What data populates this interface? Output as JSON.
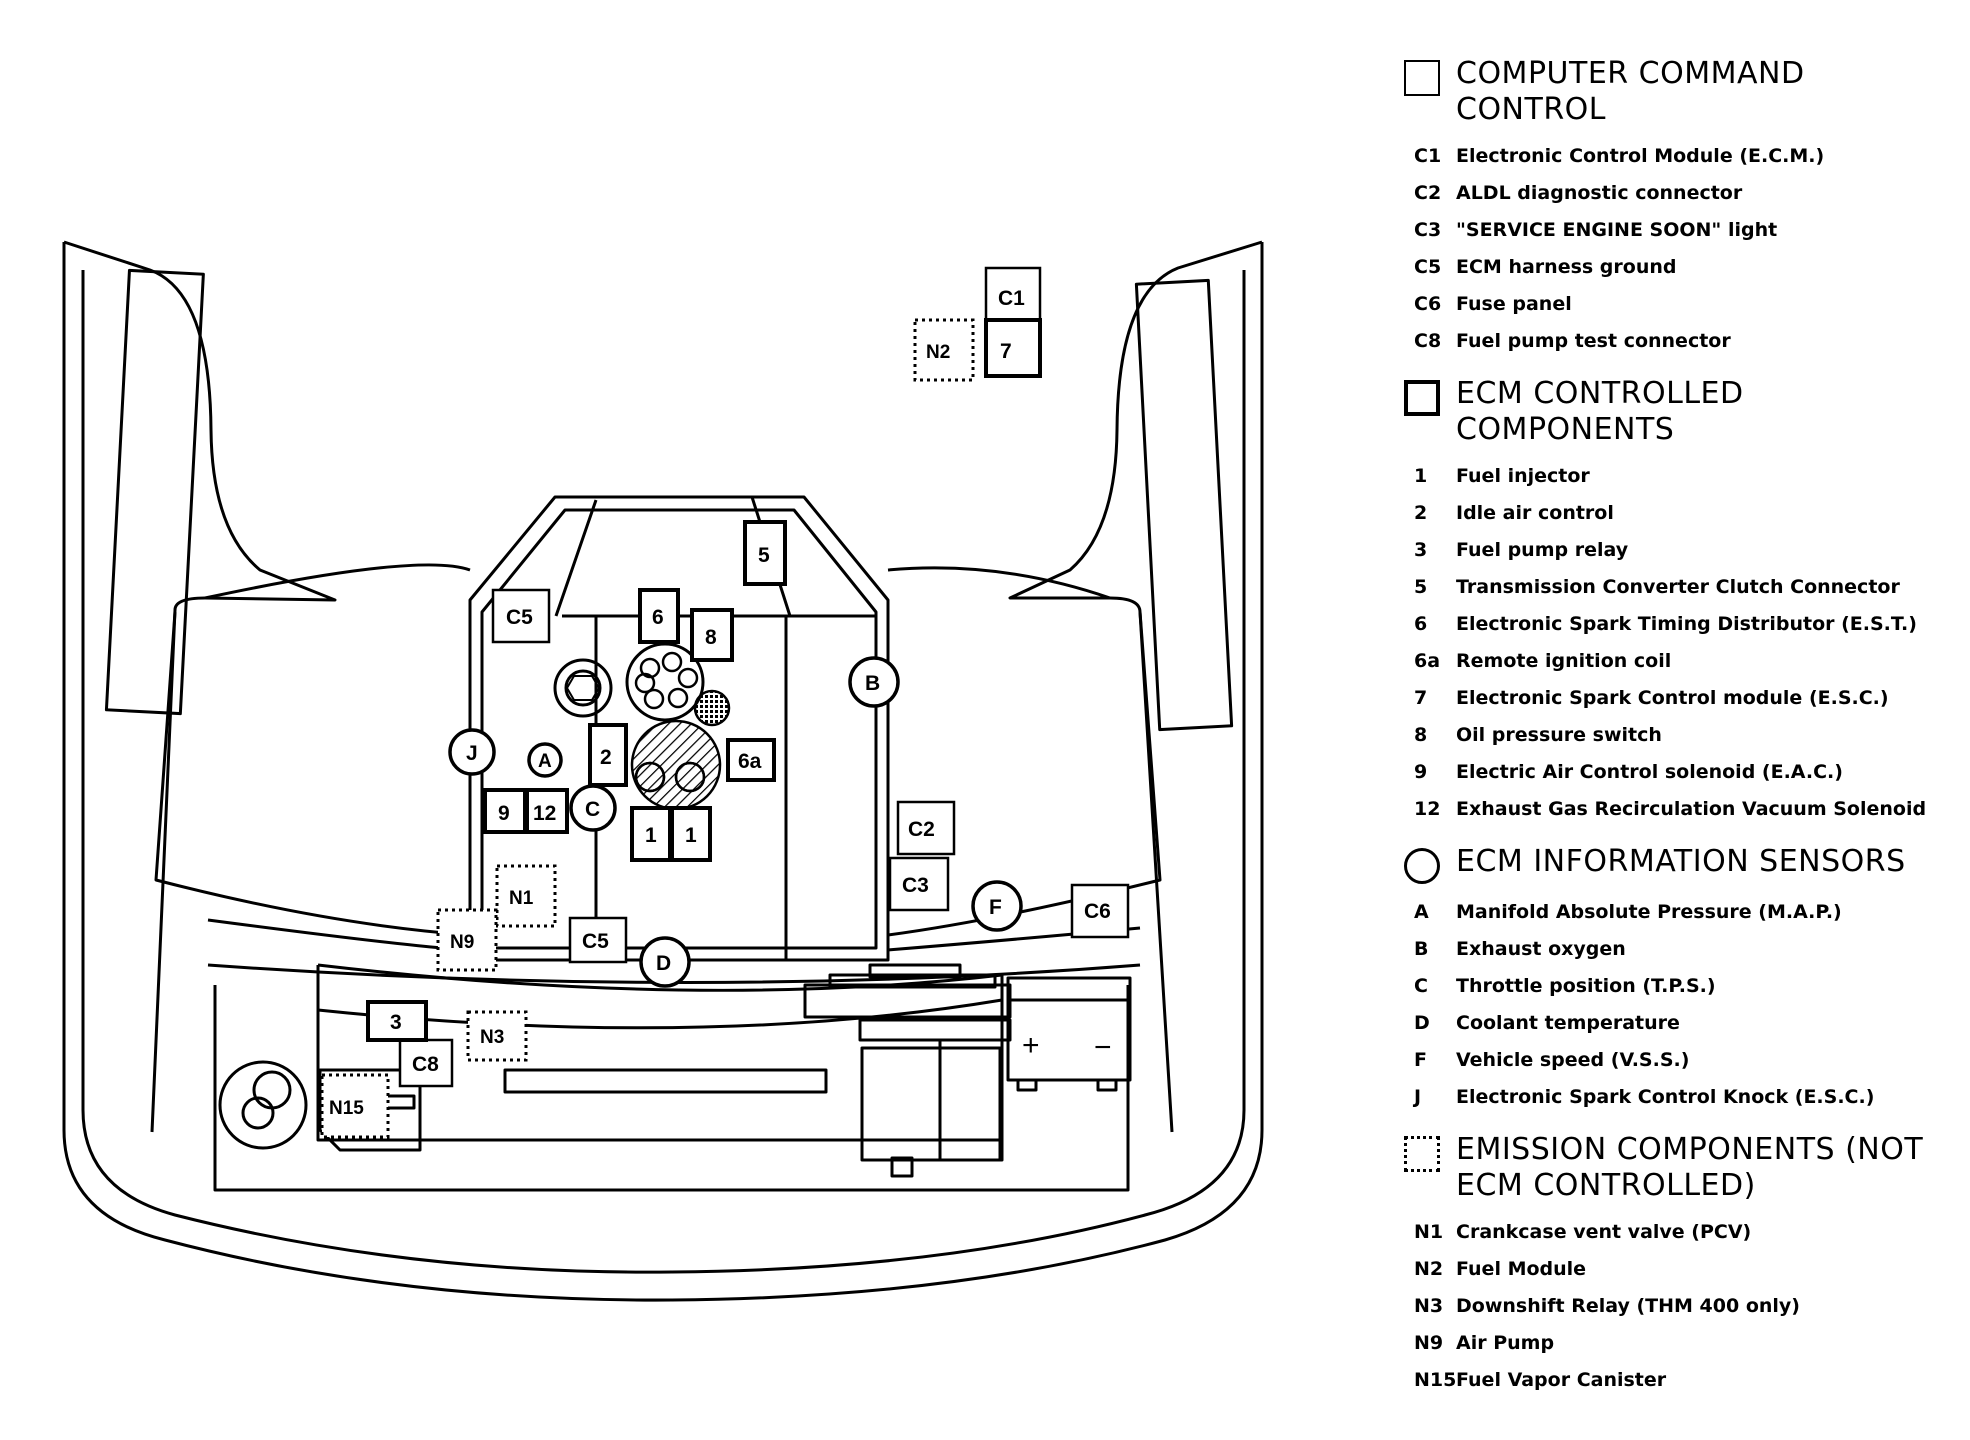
{
  "diagram": {
    "component_labels": {
      "c1": "C1",
      "c2": "C2",
      "c3": "C3",
      "c5_top": "C5",
      "c5_bottom": "C5",
      "c6": "C6",
      "c8": "C8",
      "n1": "N1",
      "n2": "N2",
      "n3": "N3",
      "n9": "N9",
      "n15": "N15",
      "n1_label": "1",
      "n1b_label": "1",
      "n2_label": "2",
      "n3_label": "3",
      "n5_label": "5",
      "n6_label": "6",
      "n6a_label": "6a",
      "n7_label": "7",
      "n8_label": "8",
      "n9_label": "9",
      "n12_label": "12",
      "A": "A",
      "B": "B",
      "C": "C",
      "D": "D",
      "F": "F",
      "J": "J"
    },
    "battery": {
      "plus": "+",
      "minus": "−"
    }
  },
  "legend": {
    "sections": [
      {
        "symbol": "square-thin",
        "title": "COMPUTER COMMAND CONTROL",
        "items": [
          {
            "code": "C1",
            "desc": "Electronic Control Module (E.C.M.)"
          },
          {
            "code": "C2",
            "desc": "ALDL diagnostic connector"
          },
          {
            "code": "C3",
            "desc": "\"SERVICE ENGINE SOON\" light"
          },
          {
            "code": "C5",
            "desc": "ECM harness ground"
          },
          {
            "code": "C6",
            "desc": "Fuse panel"
          },
          {
            "code": "C8",
            "desc": "Fuel pump test connector"
          }
        ]
      },
      {
        "symbol": "square-thick",
        "title": "ECM CONTROLLED COMPONENTS",
        "items": [
          {
            "code": "1",
            "desc": "Fuel injector"
          },
          {
            "code": "2",
            "desc": "Idle air control"
          },
          {
            "code": "3",
            "desc": "Fuel pump relay"
          },
          {
            "code": "5",
            "desc": "Transmission Converter Clutch Connector"
          },
          {
            "code": "6",
            "desc": "Electronic Spark Timing Distributor (E.S.T.)"
          },
          {
            "code": "6a",
            "desc": "Remote ignition coil"
          },
          {
            "code": "7",
            "desc": "Electronic Spark Control module (E.S.C.)"
          },
          {
            "code": "8",
            "desc": "Oil pressure switch"
          },
          {
            "code": "9",
            "desc": "Electric Air Control solenoid (E.A.C.)"
          },
          {
            "code": "12",
            "desc": "Exhaust Gas Recirculation Vacuum Solenoid"
          }
        ]
      },
      {
        "symbol": "circle",
        "title": "ECM INFORMATION SENSORS",
        "items": [
          {
            "code": "A",
            "desc": "Manifold Absolute Pressure (M.A.P.)"
          },
          {
            "code": "B",
            "desc": "Exhaust oxygen"
          },
          {
            "code": "C",
            "desc": "Throttle position (T.P.S.)"
          },
          {
            "code": "D",
            "desc": "Coolant temperature"
          },
          {
            "code": "F",
            "desc": "Vehicle speed (V.S.S.)"
          },
          {
            "code": "J",
            "desc": "Electronic Spark Control Knock (E.S.C.)"
          }
        ]
      },
      {
        "symbol": "square-dotted",
        "title": "EMISSION COMPONENTS (NOT ECM CONTROLLED)",
        "items": [
          {
            "code": "N1",
            "desc": "Crankcase vent valve (PCV)"
          },
          {
            "code": "N2",
            "desc": "Fuel Module"
          },
          {
            "code": "N3",
            "desc": "Downshift Relay (THM 400 only)"
          },
          {
            "code": "N9",
            "desc": "Air Pump"
          },
          {
            "code": "N15",
            "desc": "Fuel Vapor Canister"
          }
        ]
      }
    ]
  }
}
